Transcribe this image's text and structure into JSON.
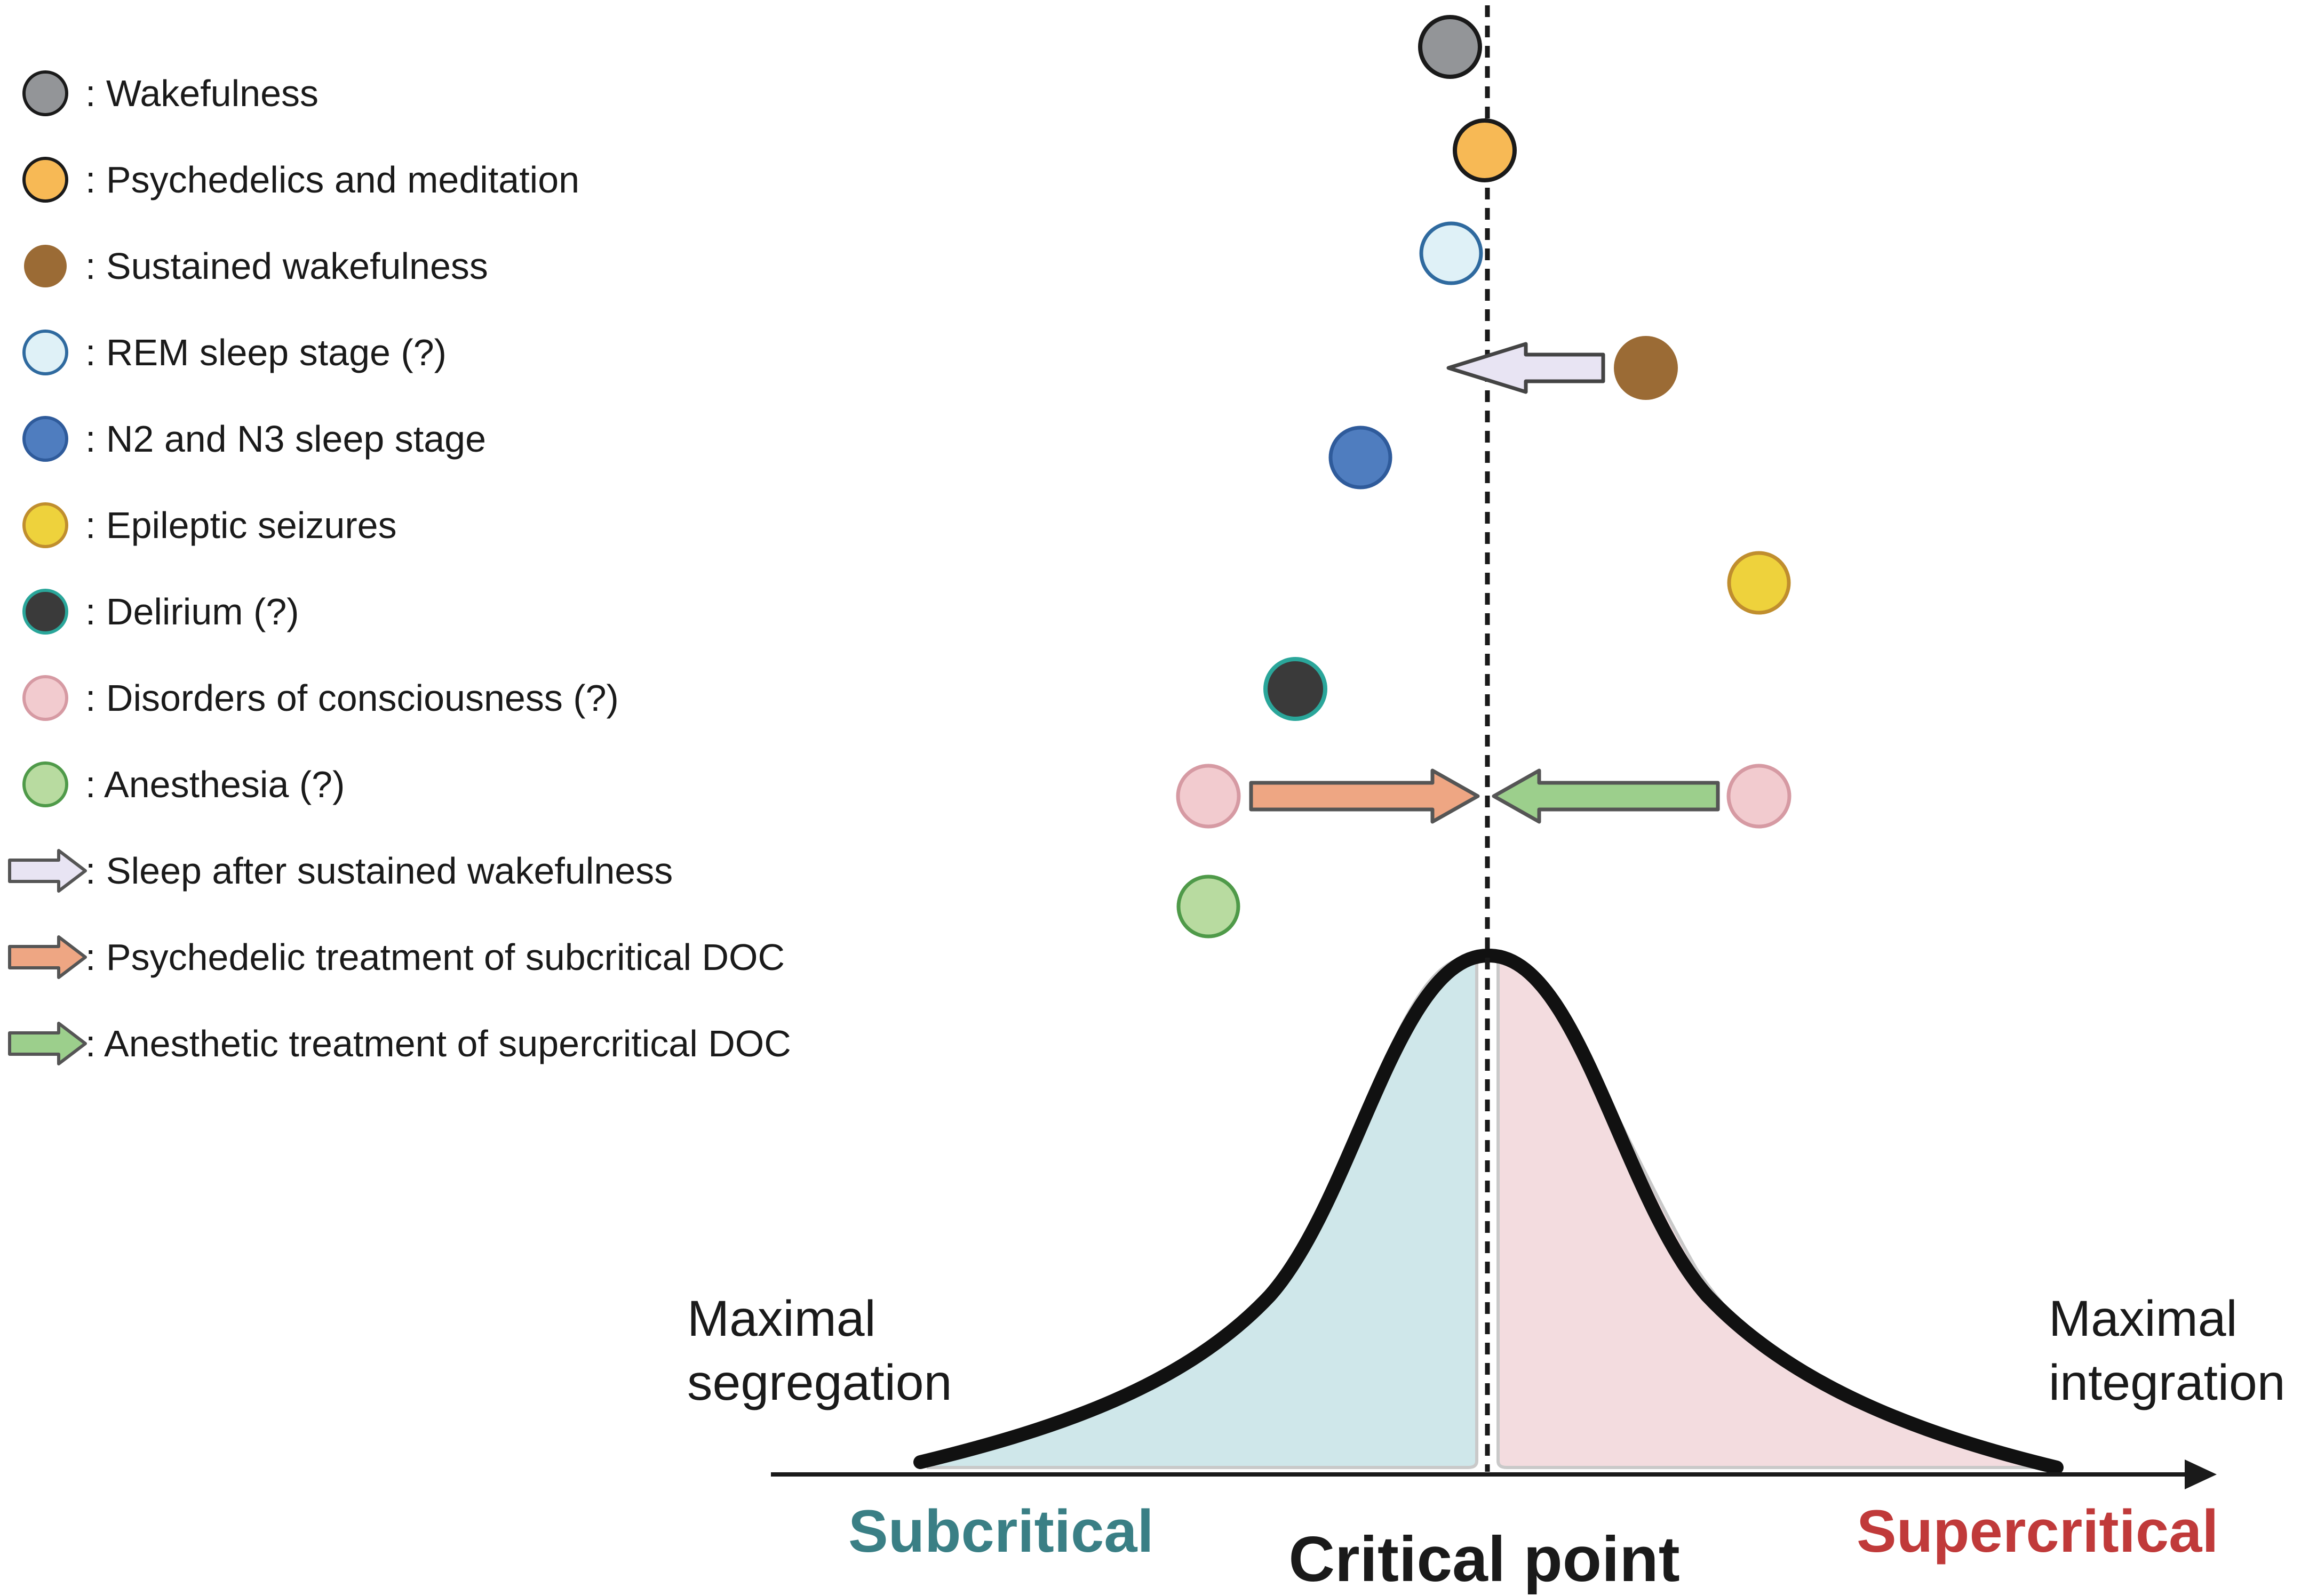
{
  "colors": {
    "wakefulness": "#939598",
    "psychedelics": "#f7b955",
    "sustained": "#9b6b35",
    "rem": "#dff1f7",
    "rem_stroke": "#2f6a9f",
    "n2n3": "#4f7dbf",
    "n2n3_stroke": "#2f5b9b",
    "seizure": "#eed23c",
    "seizure_stroke": "#c08e2e",
    "delirium": "#3a3a3a",
    "delirium_stroke": "#2aa69a",
    "doc": "#f2cbcf",
    "doc_stroke": "#d69aa3",
    "anesthesia": "#b8dba0",
    "anesthesia_stroke": "#4f9a49",
    "sleep_arrow": "#e8e4f3",
    "psy_arrow": "#eea683",
    "anes_arrow": "#9ccf8c",
    "subcritical_fill": "#cfe7ea",
    "supercritical_fill": "#f3dcdf",
    "subcritical_text": "#3a7f85",
    "supercritical_text": "#c03a3a"
  },
  "legend": [
    {
      "marker": "circle",
      "key": "wakefulness",
      "label": ": Wakefulness"
    },
    {
      "marker": "circle",
      "key": "psychedelics",
      "label": ": Psychedelics and meditation"
    },
    {
      "marker": "circle",
      "key": "sustained",
      "label": ": Sustained wakefulness"
    },
    {
      "marker": "circle",
      "key": "rem",
      "label": ": REM sleep stage (?)"
    },
    {
      "marker": "circle",
      "key": "n2n3",
      "label": ": N2 and N3 sleep stage"
    },
    {
      "marker": "circle",
      "key": "seizure",
      "label": ": Epileptic seizures"
    },
    {
      "marker": "circle",
      "key": "delirium",
      "label": ": Delirium (?)"
    },
    {
      "marker": "circle",
      "key": "doc",
      "label": ": Disorders of consciousness (?)"
    },
    {
      "marker": "circle",
      "key": "anesthesia",
      "label": ": Anesthesia (?)"
    },
    {
      "marker": "arrow",
      "key": "sleep_arrow",
      "label": ": Sleep after sustained wakefulness"
    },
    {
      "marker": "arrow",
      "key": "psy_arrow",
      "label": ": Psychedelic treatment of subcritical DOC"
    },
    {
      "marker": "arrow",
      "key": "anes_arrow",
      "label": ": Anesthetic treatment of supercritical DOC"
    }
  ],
  "labels": {
    "left_line1": "Maximal",
    "left_line2": "segregation",
    "right_line1": "Maximal",
    "right_line2": "integration",
    "subcritical": "Subcritical",
    "critical": "Critical point",
    "supercritical": "Supercritical"
  }
}
